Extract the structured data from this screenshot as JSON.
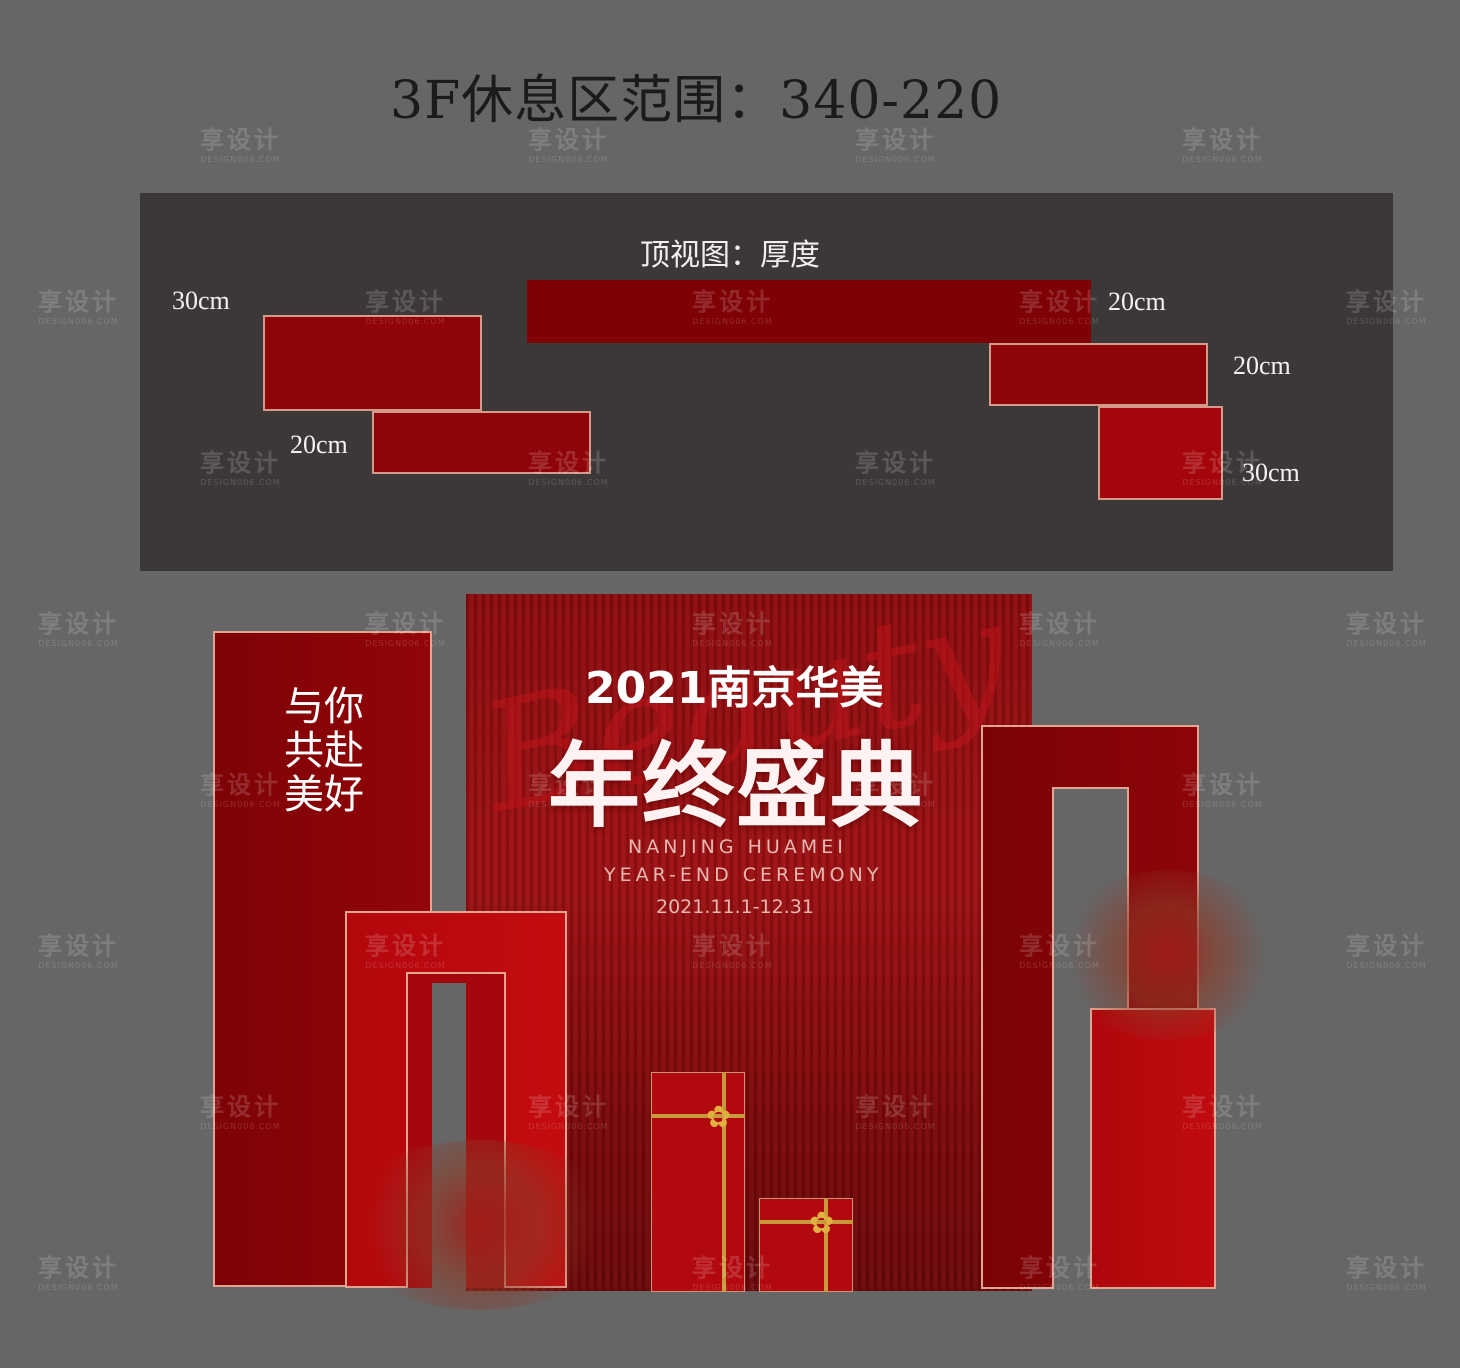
{
  "title": "3F休息区范围：340-220",
  "top_view": {
    "caption": "顶视图：厚度",
    "dimensions": {
      "left_top": "30cm",
      "left_bottom": "20cm",
      "center_right": "20cm",
      "right_top": "20cm",
      "right_bottom": "30cm"
    }
  },
  "backdrop": {
    "script_word": "Beauty",
    "headline_year": "2021南京华美",
    "headline_main": "年终盛典",
    "english_line_1": "NANJING HUAMEI",
    "english_line_2": "YEAR-END CEREMONY",
    "date_range": "2021.11.1-12.31"
  },
  "slogan": "与你共赴美好",
  "watermark": {
    "main": "享设计",
    "sub": "DESIGN006.COM"
  },
  "colors": {
    "background": "#666667",
    "panel_dark": "#3d3838",
    "brand_red": "#9c0a0e",
    "border_gold": "#e2a592",
    "ribbon_gold": "#c79a3a"
  }
}
